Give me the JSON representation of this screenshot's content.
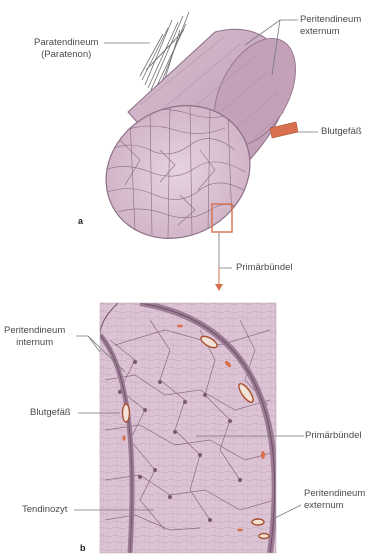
{
  "figure": {
    "panel_a": {
      "letter": "a",
      "labels": {
        "paratendineum": "Paratendineum",
        "paratenon": "(Paratenon)",
        "peritendineum_externum_line1": "Peritendineum",
        "peritendineum_externum_line2": "externum",
        "blutgefaess": "Blutgefäß",
        "primaerbuendel": "Primärbündel"
      }
    },
    "panel_b": {
      "letter": "b",
      "labels": {
        "peritendineum_internum_line1": "Peritendineum",
        "peritendineum_internum_line2": "internum",
        "blutgefaess": "Blutgefäß",
        "primaerbuendel": "Primärbündel",
        "tendinozyt": "Tendinozyt",
        "peritendineum_externum_line1": "Peritendineum",
        "peritendineum_externum_line2": "externum"
      }
    },
    "colors": {
      "tissue": "#c9a8c0",
      "tissue_dark": "#a37f98",
      "vessel": "#d9704f",
      "highlight_box": "#d9704f",
      "leader_line": "#777777"
    }
  }
}
